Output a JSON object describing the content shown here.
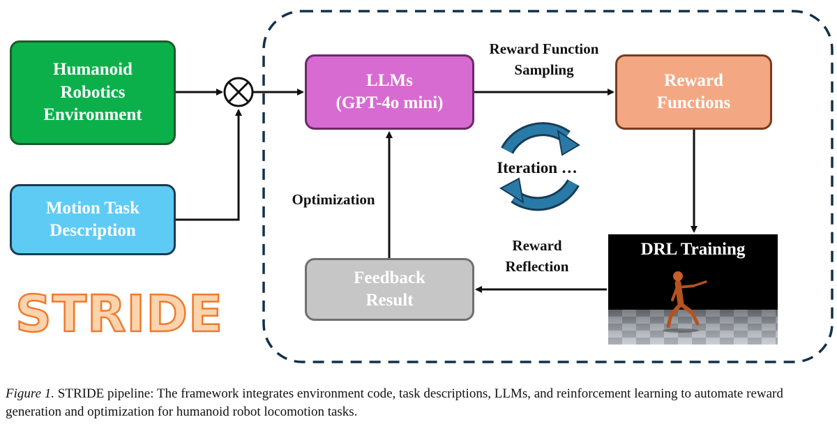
{
  "boxes": {
    "environment": {
      "lines": [
        "Humanoid",
        "Robotics",
        "Environment"
      ]
    },
    "task": {
      "lines": [
        "Motion Task",
        "Description"
      ]
    },
    "llm": {
      "lines": [
        "LLMs",
        "(GPT-4o mini)"
      ]
    },
    "reward_functions": {
      "lines": [
        "Reward",
        "Functions"
      ]
    },
    "feedback": {
      "lines": [
        "Feedback",
        "Result"
      ]
    },
    "drl": {
      "title": "DRL  Training"
    }
  },
  "labels": {
    "sampling": [
      "Reward Function",
      "Sampling"
    ],
    "iteration": "Iteration …",
    "optimization": "Optimization",
    "reflection": [
      "Reward",
      "Reflection"
    ]
  },
  "logo": "STRIDE",
  "caption": {
    "prefix": "Figure 1.",
    "text": " STRIDE pipeline: The framework integrates environment code, task descriptions, LLMs, and reinforcement learning to automate reward generation and optimization for humanoid robot locomotion tasks."
  },
  "colors": {
    "environment": "#0bb04b",
    "task": "#5ecbf5",
    "llm": "#d76bd1",
    "reward_functions": "#f3a883",
    "feedback": "#c6c6c6",
    "iteration_arrows": "#1d5b7e",
    "logo_fill": "#fbd3ad",
    "logo_stroke": "#ee7a2c",
    "dashed_border": "#13304a"
  }
}
